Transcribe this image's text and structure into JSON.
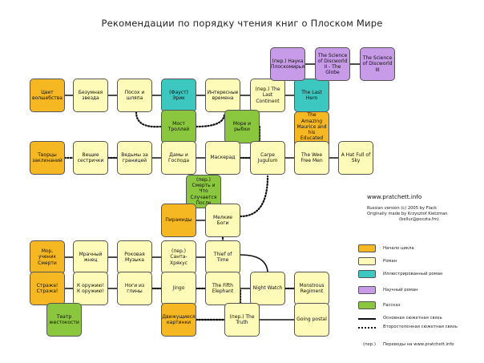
{
  "title": "Рекомендации по порядку чтения книг о Плоском Мире",
  "colors": {
    "start": "#f5b823",
    "novel": "#fefab8",
    "illustrated": "#3cc7c0",
    "science": "#c89be8",
    "story": "#8bc63f"
  },
  "books": [
    {
      "id": "color",
      "text": "Цвет волшебства",
      "kind": "start"
    },
    {
      "id": "light",
      "text": "Безумная звезда",
      "kind": "novel"
    },
    {
      "id": "mort",
      "text": "Посох и шляпа",
      "kind": "novel"
    },
    {
      "id": "eric",
      "text": "(Фауст) Эрик",
      "kind": "illustrated"
    },
    {
      "id": "interesting",
      "text": "Интересные времена",
      "kind": "novel"
    },
    {
      "id": "lastcontinent",
      "text": "(пер.) The Last Continent",
      "kind": "novel"
    },
    {
      "id": "lasthero",
      "text": "The Last Hero",
      "kind": "illustrated"
    },
    {
      "id": "science1",
      "text": "(пер.) Наука Плоскомирья",
      "kind": "science"
    },
    {
      "id": "science2",
      "text": "The Science of Discworld II - The Globe",
      "kind": "science"
    },
    {
      "id": "science3",
      "text": "The Science of Discworld III",
      "kind": "science"
    },
    {
      "id": "troll",
      "text": "Мост Троллей",
      "kind": "story"
    },
    {
      "id": "sea",
      "text": "Море и рыбки",
      "kind": "story"
    },
    {
      "id": "maurice",
      "text": "The Amazing Maurice and his Educated Rodents",
      "kind": "start"
    },
    {
      "id": "equal",
      "text": "Творцы заклинаний",
      "kind": "start"
    },
    {
      "id": "wyrd",
      "text": "Вещие сестрички",
      "kind": "novel"
    },
    {
      "id": "witches",
      "text": "Ведьмы за границей",
      "kind": "novel"
    },
    {
      "id": "lords",
      "text": "Дамы и Господа",
      "kind": "novel"
    },
    {
      "id": "maskerade",
      "text": "Маскерад",
      "kind": "novel"
    },
    {
      "id": "carpe",
      "text": "Carpe Jugulum",
      "kind": "novel"
    },
    {
      "id": "weefree",
      "text": "The Wee Free Men",
      "kind": "novel"
    },
    {
      "id": "hatful",
      "text": "A Hat Full of Sky",
      "kind": "novel"
    },
    {
      "id": "death",
      "text": "(пер.) Смерть и Что Случается После",
      "kind": "story"
    },
    {
      "id": "pyramids",
      "text": "Пирамиды",
      "kind": "start"
    },
    {
      "id": "smallgods",
      "text": "Мелкие Боги",
      "kind": "novel"
    },
    {
      "id": "mortbook",
      "text": "Мор, ученик Смерти",
      "kind": "start"
    },
    {
      "id": "reaper",
      "text": "Мрачный жнец",
      "kind": "novel"
    },
    {
      "id": "soul",
      "text": "Роковая Музыка",
      "kind": "novel"
    },
    {
      "id": "hogfather",
      "text": "(пер.) Санта-Хрякус",
      "kind": "novel"
    },
    {
      "id": "thief",
      "text": "Thief of Time",
      "kind": "novel"
    },
    {
      "id": "guards",
      "text": "Стража! Стража!",
      "kind": "start"
    },
    {
      "id": "arms",
      "text": "К оружию! К оружию!",
      "kind": "novel"
    },
    {
      "id": "feet",
      "text": "Ноги из глины",
      "kind": "novel"
    },
    {
      "id": "jingo",
      "text": "Jingo",
      "kind": "novel"
    },
    {
      "id": "fifth",
      "text": "The Fifth Elephant",
      "kind": "novel"
    },
    {
      "id": "night",
      "text": "Night Watch",
      "kind": "novel"
    },
    {
      "id": "monstrous",
      "text": "Monstrous Regiment",
      "kind": "novel"
    },
    {
      "id": "theatre",
      "text": "Театр жестокости",
      "kind": "story"
    },
    {
      "id": "moving",
      "text": "Движущиеся картинки",
      "kind": "start"
    },
    {
      "id": "truth",
      "text": "(пер.) The Truth",
      "kind": "novel"
    },
    {
      "id": "postal",
      "text": "Going postal",
      "kind": "novel"
    }
  ],
  "credits": {
    "site": "www.pratchett.info",
    "line1": "Russian version (c) 2005 by Flack",
    "line2": "Originally made by Krzysztof Kietzman",
    "line3": "(bellur@poczta.fm)"
  },
  "legend": {
    "start": "Начало цикла",
    "novel": "Роман",
    "illustrated": "Иллюстрированный роман",
    "science": "Научный роман",
    "story": "Рассказ",
    "main_link": "Основная сюжетная связь",
    "side_link": "Второстепенная сюжетная связь",
    "translation_mark": "(пер.)",
    "translation_text": "Переводы на www.pratchett.info"
  }
}
